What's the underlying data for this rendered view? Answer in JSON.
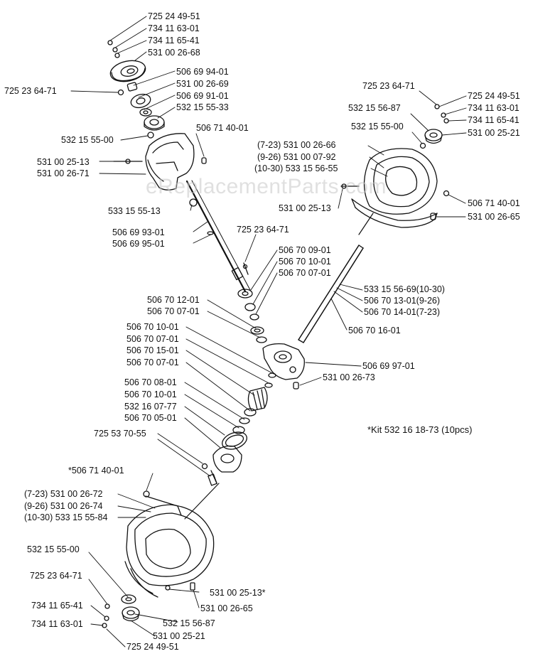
{
  "watermark": "eReplacementParts.com",
  "kit_note": "*Kit 532 16 18-73 (10pcs)",
  "labels": {
    "p_725_24_49_51_top": "725 24 49-51",
    "p_734_11_63_01_top": "734 11 63-01",
    "p_734_11_65_41_top": "734 11 65-41",
    "p_531_00_26_68": "531 00 26-68",
    "p_506_69_94_01": "506 69 94-01",
    "p_725_23_64_71_left": "725 23 64-71",
    "p_531_00_26_69": "531 00 26-69",
    "p_506_69_91_01": "506 69 91-01",
    "p_532_15_55_33": "532 15 55-33",
    "p_532_15_55_00_left": "532 15 55-00",
    "p_506_71_40_01_top": "506 71 40-01",
    "p_531_00_25_13_left": "531 00 25-13",
    "p_531_00_26_71": "531 00 26-71",
    "p_533_15_55_13": "533 15 55-13",
    "p_506_69_93_01": "506 69 93-01",
    "p_506_69_95_01": "506 69 95-01",
    "p_725_23_64_71_mid": "725 23 64-71",
    "p_506_70_09_01": "506 70 09-01",
    "p_506_70_10_01_a": "506 70 10-01",
    "p_506_70_07_01_a": "506 70 07-01",
    "p_506_70_12_01": "506 70 12-01",
    "p_506_70_07_01_b": "506 70 07-01",
    "p_506_70_10_01_b": "506 70 10-01",
    "p_506_70_07_01_c": "506 70 07-01",
    "p_506_70_15_01": "506 70 15-01",
    "p_506_70_07_01_d": "506 70 07-01",
    "p_506_70_08_01": "506 70 08-01",
    "p_506_70_10_01_c": "506 70 10-01",
    "p_532_16_07_77": "532 16 07-77",
    "p_506_70_05_01": "506 70 05-01",
    "p_725_53_70_55": "725 53 70-55",
    "p_506_71_40_01_star": "*506 71 40-01",
    "p_7_23_531_00_26_72": "(7-23) 531 00 26-72",
    "p_9_26_531_00_26_74": "(9-26) 531 00 26-74",
    "p_10_30_533_15_55_84": "(10-30) 533 15 55-84",
    "p_532_15_55_00_bl": "532 15 55-00",
    "p_725_23_64_71_bl": "725 23 64-71",
    "p_734_11_65_41_bl": "734 11 65-41",
    "p_734_11_63_01_bl": "734 11 63-01",
    "p_725_24_49_51_bl": "725 24 49-51",
    "p_531_00_25_13_star": "531 00 25-13*",
    "p_531_00_26_65_bl": "531 00 26-65",
    "p_532_15_56_87_bl": "532 15 56-87",
    "p_531_00_25_21_bl": "531 00 25-21",
    "p_725_23_64_71_tr": "725 23 64-71",
    "p_725_24_49_51_tr": "725 24 49-51",
    "p_734_11_63_01_tr": "734 11 63-01",
    "p_734_11_65_41_tr": "734 11 65-41",
    "p_531_00_25_21_tr": "531 00 25-21",
    "p_532_15_56_87_tr": "532 15 56-87",
    "p_532_15_55_00_tr": "532 15 55-00",
    "p_7_23_531_00_26_66": "(7-23) 531 00 26-66",
    "p_9_26_531_00_07_92": "(9-26) 531 00 07-92",
    "p_10_30_533_15_56_55": "(10-30) 533 15 56-55",
    "p_531_00_25_13_tr": "531 00 25-13",
    "p_506_71_40_01_tr": "506 71 40-01",
    "p_531_00_26_65_tr": "531 00 26-65",
    "p_533_15_56_69": "533 15 56-69(10-30)",
    "p_506_70_13_01": "506 70 13-01(9-26)",
    "p_506_70_14_01": "506 70 14-01(7-23)",
    "p_506_70_16_01": "506 70 16-01",
    "p_506_69_97_01": "506 69 97-01",
    "p_531_00_26_73": "531 00 26-73"
  }
}
